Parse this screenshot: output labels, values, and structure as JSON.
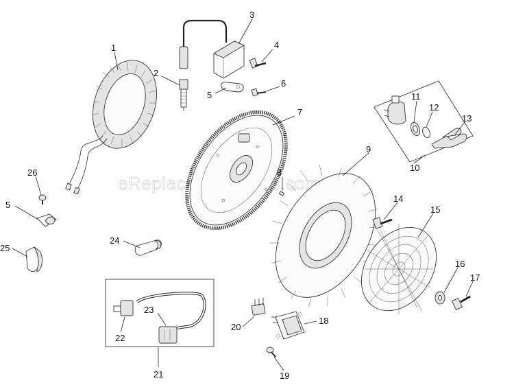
{
  "watermark": "eReplacementParts.com",
  "callouts": {
    "c1": "1",
    "c2": "2",
    "c3": "3",
    "c4": "4",
    "c5a": "5",
    "c6": "6",
    "c7": "7",
    "c8": "8",
    "c9": "9",
    "c10": "10",
    "c11": "11",
    "c12": "12",
    "c13": "13",
    "c14": "14",
    "c15": "15",
    "c16": "16",
    "c17": "17",
    "c18": "18",
    "c19": "19",
    "c20": "20",
    "c21": "21",
    "c22": "22",
    "c23": "23",
    "c24": "24",
    "c25": "25",
    "c26": "26",
    "c5b": "5"
  },
  "colors": {
    "line": "#222222",
    "part_fill": "#fafafa",
    "shade": "#e4e4e4",
    "watermark": "#d6d6d6"
  }
}
